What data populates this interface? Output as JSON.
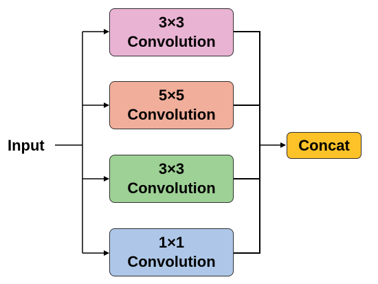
{
  "input_label": "Input",
  "branches": [
    {
      "size": "3×3",
      "op": "Convolution",
      "color": "#e9b3d4"
    },
    {
      "size": "5×5",
      "op": "Convolution",
      "color": "#f1ae9a"
    },
    {
      "size": "3×3",
      "op": "Convolution",
      "color": "#9ed195"
    },
    {
      "size": "1×1",
      "op": "Convolution",
      "color": "#aec7e8"
    }
  ],
  "output": {
    "label": "Concat",
    "color": "#fcc228"
  }
}
